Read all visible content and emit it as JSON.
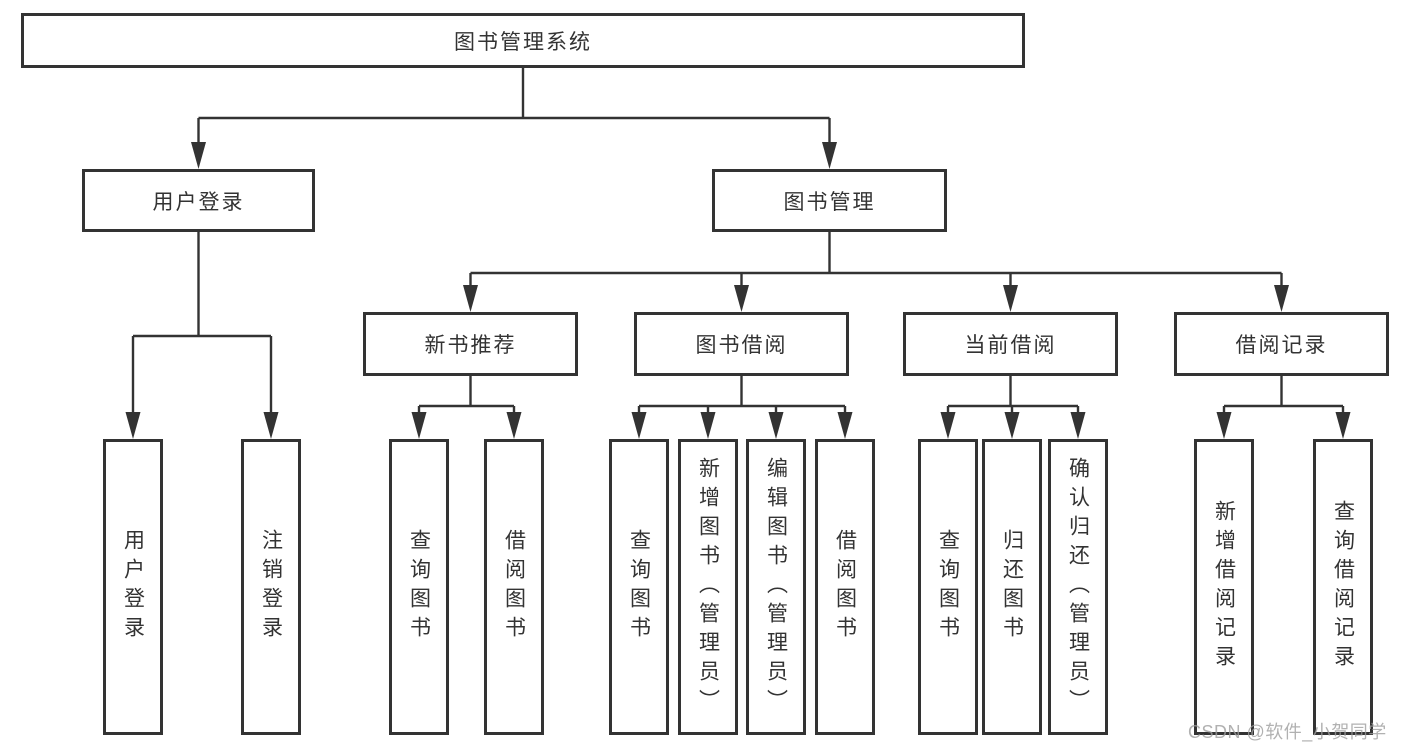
{
  "colors": {
    "line": "#333333",
    "node_border": "#333333",
    "node_text": "#333333",
    "background": "#ffffff",
    "watermark": "#9e9e9e"
  },
  "watermark": {
    "text": "CSDN @软件_小贺同学"
  },
  "tree": {
    "label": "图书管理系统",
    "children": [
      {
        "label": "用户登录",
        "children": [
          {
            "label": "用户登录"
          },
          {
            "label": "注销登录"
          }
        ]
      },
      {
        "label": "图书管理",
        "children": [
          {
            "label": "新书推荐",
            "children": [
              {
                "label": "查询图书"
              },
              {
                "label": "借阅图书"
              }
            ]
          },
          {
            "label": "图书借阅",
            "children": [
              {
                "label": "查询图书"
              },
              {
                "label": "新增图书（管理员）"
              },
              {
                "label": "编辑图书（管理员）"
              },
              {
                "label": "借阅图书"
              }
            ]
          },
          {
            "label": "当前借阅",
            "children": [
              {
                "label": "查询图书"
              },
              {
                "label": "归还图书"
              },
              {
                "label": "确认归还（管理员）"
              }
            ]
          },
          {
            "label": "借阅记录",
            "children": [
              {
                "label": "新增借阅记录"
              },
              {
                "label": "查询借阅记录"
              }
            ]
          }
        ]
      }
    ]
  }
}
